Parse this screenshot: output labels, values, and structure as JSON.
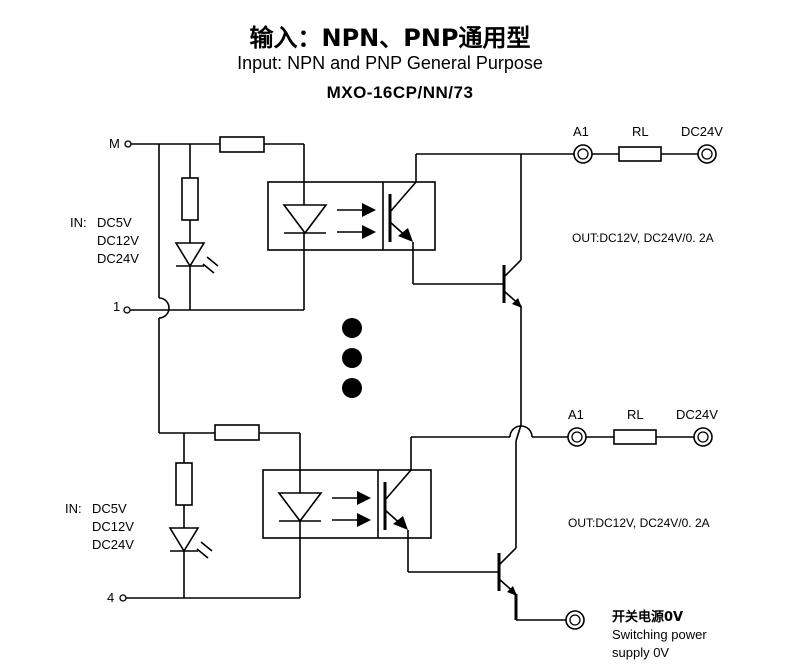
{
  "title": {
    "cn": "输入：NPN、PNP通用型",
    "en": "Input: NPN and PNP General Purpose",
    "model": "MXO-16CP/NN/73"
  },
  "terminals": {
    "m": "M",
    "in1": "1",
    "in4": "4"
  },
  "input_spec_top": {
    "prefix": "IN:",
    "v1": "DC5V",
    "v2": "DC12V",
    "v3": "DC24V"
  },
  "input_spec_bottom": {
    "prefix": "IN:",
    "v1": "DC5V",
    "v2": "DC12V",
    "v3": "DC24V"
  },
  "output_top": {
    "a1": "A1",
    "rl": "RL",
    "supply": "DC24V",
    "spec": "OUT:DC12V, DC24V/0. 2A"
  },
  "output_bottom": {
    "a1": "A1",
    "rl": "RL",
    "supply": "DC24V",
    "spec": "OUT:DC12V, DC24V/0. 2A"
  },
  "ground": {
    "cn": "开关电源0V",
    "en_line1": "Switching power",
    "en_line2": "supply 0V"
  }
}
